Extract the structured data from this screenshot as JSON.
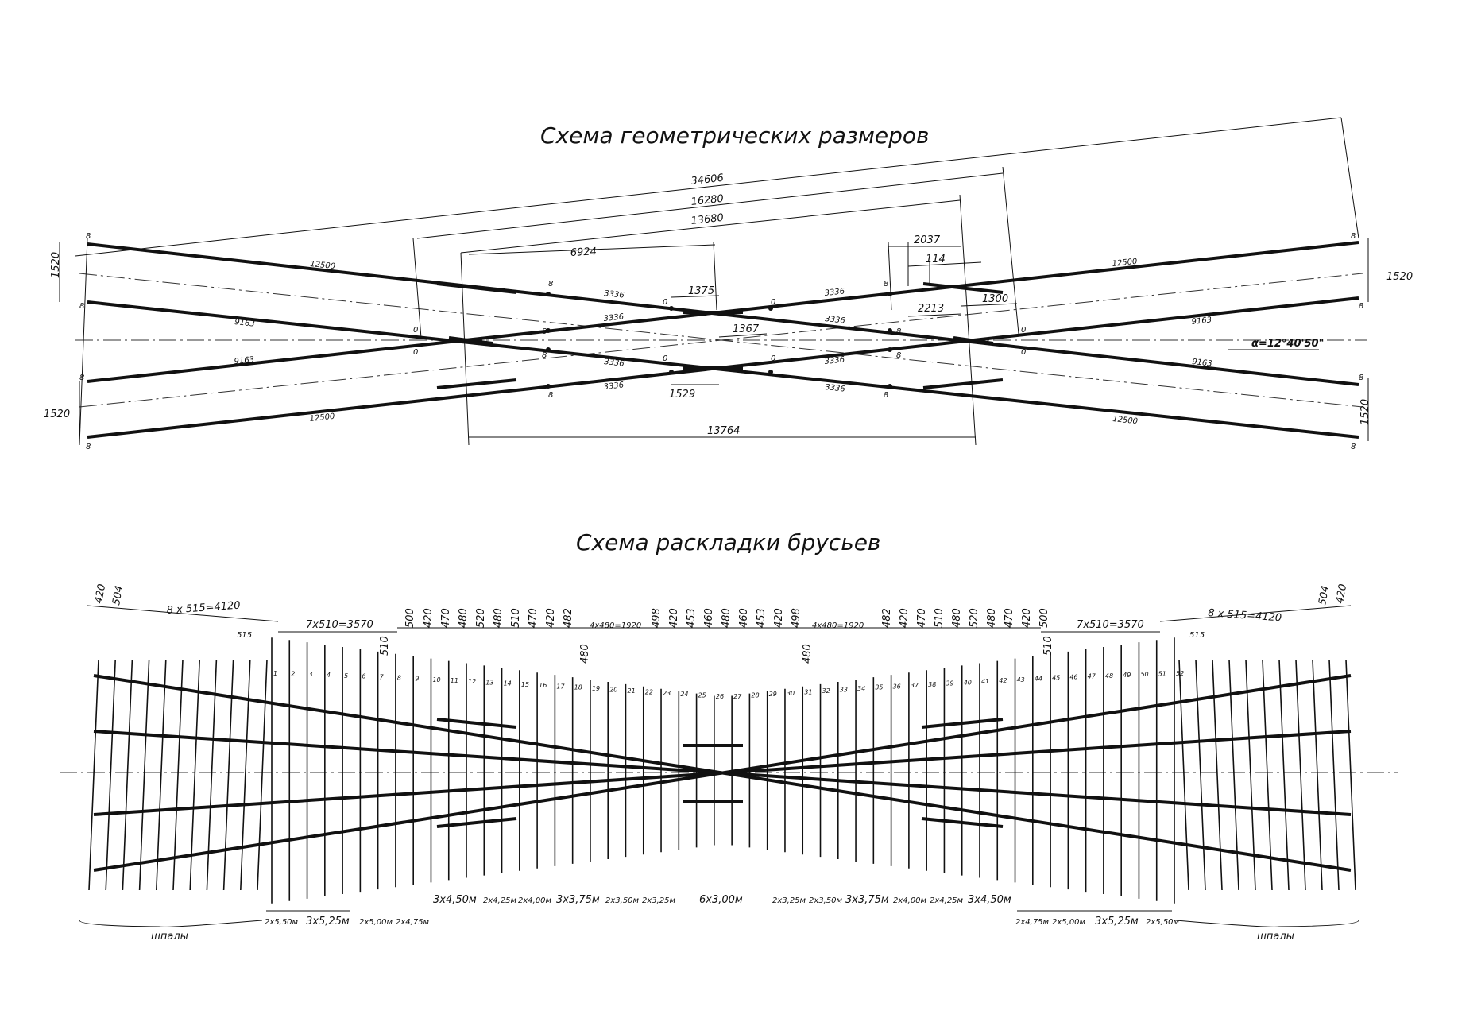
{
  "titles": {
    "geometry": "Схема геометрических размеров",
    "ties": "Схема раскладки брусьев"
  },
  "geometry": {
    "dims_top": [
      "34606",
      "16280",
      "13680",
      "6924",
      "2037",
      "114",
      "1375",
      "2213",
      "1300",
      "1367",
      "1529",
      "13764"
    ],
    "rail_lengths": [
      "12500",
      "9163",
      "3336"
    ],
    "gauge": "1520",
    "angle": "α=12°40'50\"",
    "joint_labels": [
      "8",
      "0"
    ]
  },
  "ties": {
    "top_dims": [
      "420",
      "504",
      "8 x 515=4120",
      "515",
      "7x510=3570",
      "500",
      "420",
      "470",
      "480",
      "520",
      "480",
      "510",
      "470",
      "420",
      "482",
      "4x480=1920",
      "498",
      "420",
      "453",
      "460",
      "480",
      "460",
      "453",
      "420",
      "498",
      "4x480=1920",
      "482",
      "420",
      "470",
      "510",
      "480",
      "520",
      "480",
      "470",
      "420",
      "500",
      "7x510=3570",
      "8 x 515=4120",
      "515",
      "504",
      "420",
      "510",
      "480"
    ],
    "bottom_groups": [
      "3х4,50м",
      "2х4,25м",
      "2х4,00м",
      "3х3,75м",
      "2х3,50м",
      "2х3,25м",
      "6х3,00м",
      "2х3,25м",
      "2х3,50м",
      "3х3,75м",
      "2х4,00м",
      "2х4,25м",
      "3х4,50м"
    ],
    "lower_groups_left": [
      "2х5,50м",
      "3х5,25м",
      "2х5,00м",
      "2х4,75м"
    ],
    "lower_groups_right": [
      "2х4,75м",
      "2х5,00м",
      "3х5,25м",
      "2х5,50м"
    ],
    "sleepers_label": "шпалы",
    "tie_count": 52
  }
}
